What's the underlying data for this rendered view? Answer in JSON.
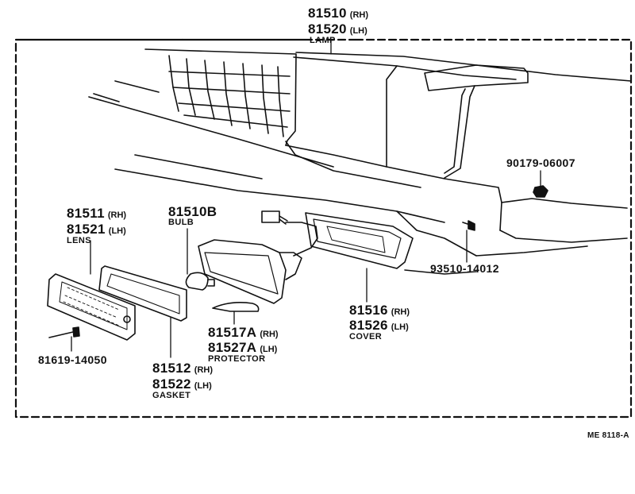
{
  "lamp": {
    "pn_rh": "81510",
    "rh": "(RH)",
    "pn_lh": "81520",
    "lh": "(LH)",
    "caption": "LAMP"
  },
  "lens": {
    "pn_rh": "81511",
    "rh": "(RH)",
    "pn_lh": "81521",
    "lh": "(LH)",
    "caption": "LENS"
  },
  "bulb": {
    "pn": "81510B",
    "caption": "BULB"
  },
  "gasket": {
    "pn_rh": "81512",
    "rh": "(RH)",
    "pn_lh": "81522",
    "lh": "(LH)",
    "caption": "GASKET"
  },
  "protector": {
    "pn_rh": "81517A",
    "rh": "(RH)",
    "pn_lh": "81527A",
    "lh": "(LH)",
    "caption": "PROTECTOR"
  },
  "cover": {
    "pn_rh": "81516",
    "rh": "(RH)",
    "pn_lh": "81526",
    "lh": "(LH)",
    "caption": "COVER"
  },
  "nut": {
    "pn": "90179-06007"
  },
  "screw_body": {
    "pn": "93510-14012"
  },
  "screw_lens": {
    "pn": "81619-14050"
  },
  "figure_code": "ME  8118-A"
}
